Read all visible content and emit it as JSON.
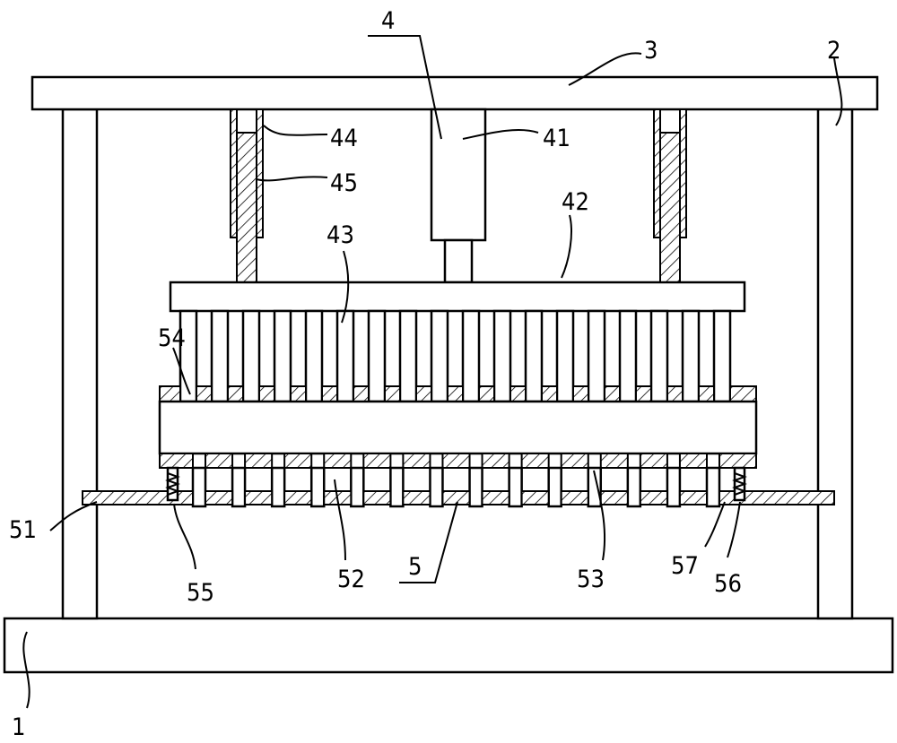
{
  "labels": {
    "l1": "1",
    "l2": "2",
    "l3": "3",
    "l4": "4",
    "l41": "41",
    "l42": "42",
    "l43": "43",
    "l44": "44",
    "l45": "45",
    "l5": "5",
    "l51": "51",
    "l52": "52",
    "l53": "53",
    "l54": "54",
    "l55": "55",
    "l56": "56",
    "l57": "57"
  },
  "upper_rod_count": 18,
  "lower_rod_count": 14
}
